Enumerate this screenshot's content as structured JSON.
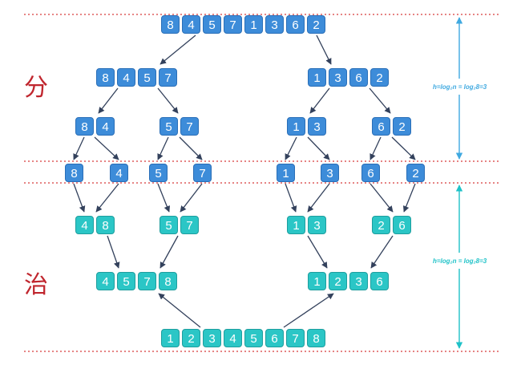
{
  "phases": {
    "divide": "分",
    "conquer": "治"
  },
  "height_formula": "h=log₂n = log₂8=3",
  "colors": {
    "divide_cell": "#3d8cd9",
    "conquer_cell": "#2bc6c6",
    "divider_line": "#d63a3a",
    "arrow": "#33415c",
    "height_arrow_top": "#3fa9e0",
    "height_arrow_bottom": "#1ec2c8",
    "phase_text": "#c0262e"
  },
  "groups": {
    "d0": [
      "8",
      "4",
      "5",
      "7",
      "1",
      "3",
      "6",
      "2"
    ],
    "d1a": [
      "8",
      "4",
      "5",
      "7"
    ],
    "d1b": [
      "1",
      "3",
      "6",
      "2"
    ],
    "d2a": [
      "8",
      "4"
    ],
    "d2b": [
      "5",
      "7"
    ],
    "d2c": [
      "1",
      "3"
    ],
    "d2d": [
      "6",
      "2"
    ],
    "d3a": [
      "8"
    ],
    "d3b": [
      "4"
    ],
    "d3c": [
      "5"
    ],
    "d3d": [
      "7"
    ],
    "d3e": [
      "1"
    ],
    "d3f": [
      "3"
    ],
    "d3g": [
      "6"
    ],
    "d3h": [
      "2"
    ],
    "m1a": [
      "4",
      "8"
    ],
    "m1b": [
      "5",
      "7"
    ],
    "m1c": [
      "1",
      "3"
    ],
    "m1d": [
      "2",
      "6"
    ],
    "m2a": [
      "4",
      "5",
      "7",
      "8"
    ],
    "m2b": [
      "1",
      "2",
      "3",
      "6"
    ],
    "m3": [
      "1",
      "2",
      "3",
      "4",
      "5",
      "6",
      "7",
      "8"
    ]
  }
}
